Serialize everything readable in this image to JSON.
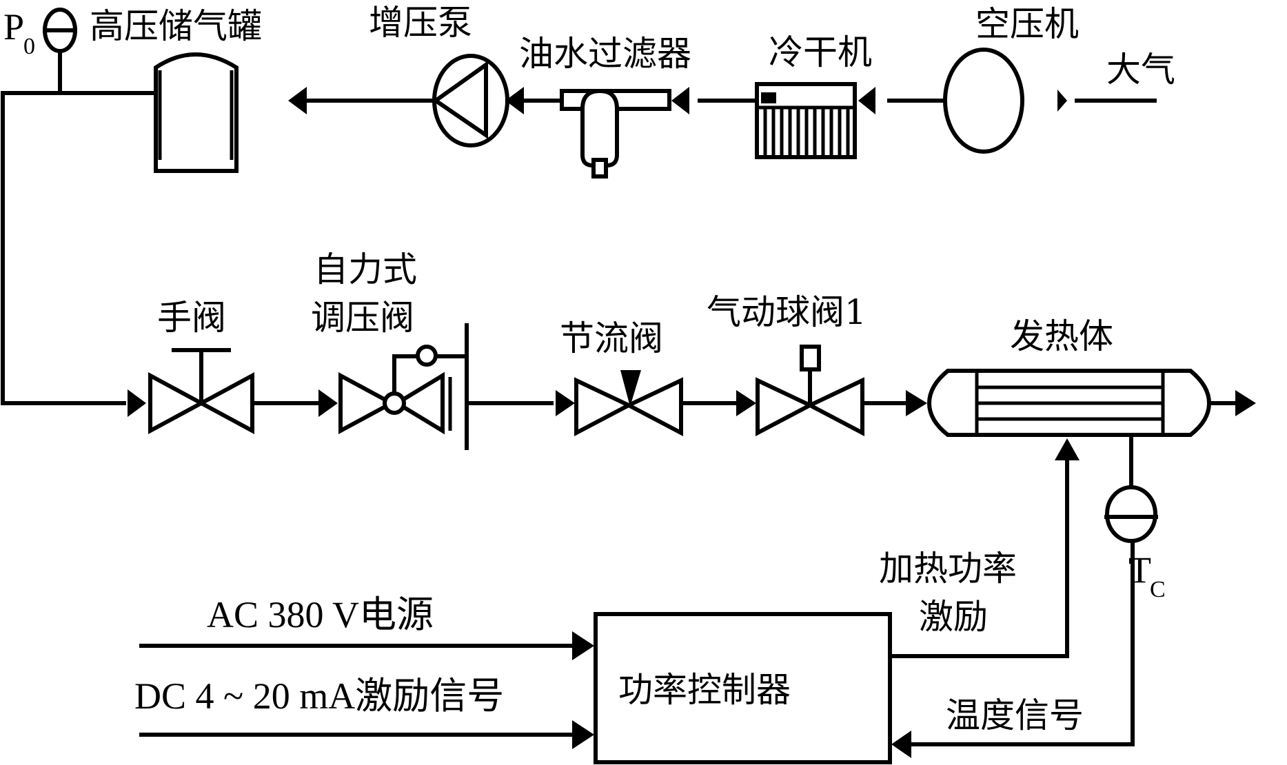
{
  "diagram": {
    "type": "process-flow",
    "labels": {
      "p0_main": "P",
      "p0_sub": "0",
      "tank": "高压储气罐",
      "booster_pump": "增压泵",
      "oil_water_filter": "油水过滤器",
      "dryer": "冷干机",
      "compressor": "空压机",
      "atmosphere": "大气",
      "hand_valve": "手阀",
      "regulator_line1": "自力式",
      "regulator_line2": "调压阀",
      "throttle_valve": "节流阀",
      "pneumatic_ball_valve": "气动球阀1",
      "heater": "发热体",
      "heating_power_line1": "加热功率",
      "heating_power_line2": "激励",
      "tc_main": "T",
      "tc_sub": "C",
      "ac_power": "AC 380 V电源",
      "dc_signal": "DC 4 ~ 20 mA激励信号",
      "power_controller": "功率控制器",
      "temperature_signal": "温度信号"
    },
    "flow_sequence": [
      "大气",
      "空压机",
      "冷干机",
      "油水过滤器",
      "增压泵",
      "高压储气罐",
      "手阀",
      "自力式调压阀",
      "节流阀",
      "气动球阀1",
      "发热体"
    ],
    "control_links": [
      {
        "from": "AC 380 V电源",
        "to": "功率控制器"
      },
      {
        "from": "DC 4 ~ 20 mA激励信号",
        "to": "功率控制器"
      },
      {
        "from": "功率控制器",
        "to": "发热体",
        "label": "加热功率激励"
      },
      {
        "from": "T_C",
        "to": "功率控制器",
        "label": "温度信号"
      }
    ]
  }
}
